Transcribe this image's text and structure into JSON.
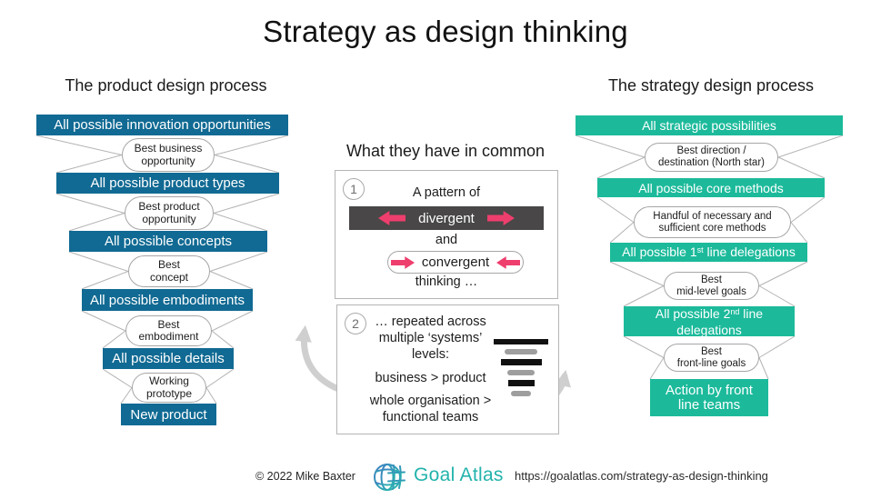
{
  "title": "Strategy as design thinking",
  "left": {
    "heading": "The product design process",
    "steps": [
      {
        "kind": "bar",
        "lines": [
          "All possible innovation opportunities"
        ]
      },
      {
        "kind": "oval",
        "lines": [
          "Best business",
          "opportunity"
        ]
      },
      {
        "kind": "bar",
        "lines": [
          "All possible product types"
        ]
      },
      {
        "kind": "oval",
        "lines": [
          "Best product",
          "opportunity"
        ]
      },
      {
        "kind": "bar",
        "lines": [
          "All possible concepts"
        ]
      },
      {
        "kind": "oval",
        "lines": [
          "Best",
          "concept"
        ]
      },
      {
        "kind": "bar",
        "lines": [
          "All possible embodiments"
        ]
      },
      {
        "kind": "oval",
        "lines": [
          "Best",
          "embodiment"
        ]
      },
      {
        "kind": "bar",
        "lines": [
          "All possible details"
        ]
      },
      {
        "kind": "oval",
        "lines": [
          "Working",
          "prototype"
        ]
      },
      {
        "kind": "bar",
        "lines": [
          "New product"
        ]
      }
    ]
  },
  "middle": {
    "heading": "What they have in common",
    "box1": {
      "number": "1",
      "intro": "A pattern of",
      "divergent": "divergent",
      "conjunction": "and",
      "convergent": "convergent",
      "outro": "thinking …"
    },
    "box2": {
      "number": "2",
      "lines": [
        "… repeated across",
        "multiple ‘systems’",
        "levels:"
      ],
      "example1": "business > product",
      "example2": [
        "whole organisation >",
        "functional teams"
      ]
    }
  },
  "right": {
    "heading": "The strategy design process",
    "steps": [
      {
        "kind": "bar",
        "lines": [
          "All strategic possibilities"
        ]
      },
      {
        "kind": "oval",
        "lines": [
          "Best direction /",
          "destination (North star)"
        ]
      },
      {
        "kind": "bar",
        "lines": [
          "All possible core methods"
        ]
      },
      {
        "kind": "oval",
        "lines": [
          "Handful of necessary and",
          "sufficient core methods"
        ]
      },
      {
        "kind": "bar",
        "pre": "All possible 1",
        "sup": "st",
        "post": " line delegations"
      },
      {
        "kind": "oval",
        "lines": [
          "Best",
          "mid-level goals"
        ]
      },
      {
        "kind": "bar",
        "pre": "All possible 2",
        "sup": "nd",
        "post": " line",
        "line2": "delegations"
      },
      {
        "kind": "oval",
        "lines": [
          "Best",
          "front-line goals"
        ]
      },
      {
        "kind": "bar",
        "lines": [
          "Action by front",
          "line teams"
        ]
      }
    ]
  },
  "footer": {
    "copyright": "© 2022 Mike Baxter",
    "brand": "Goal Atlas",
    "url": "https://goalatlas.com/strategy-as-design-thinking"
  },
  "colors": {
    "product_blue": "#116a93",
    "strategy_teal": "#1cba9b",
    "divergent_dark": "#494747",
    "arrow_pink": "#ee3e6d",
    "brand_teal": "#23b3ac"
  }
}
